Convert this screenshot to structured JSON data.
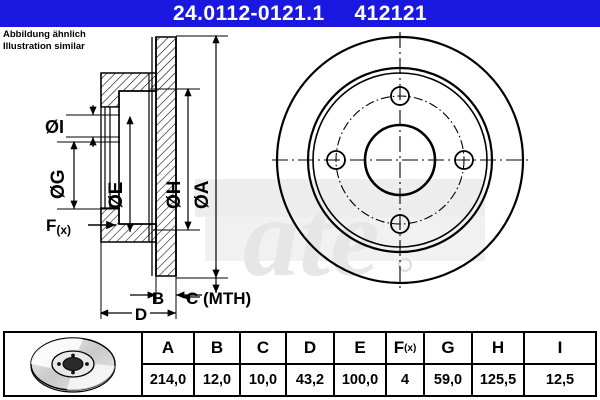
{
  "header": {
    "part_code": "24.0112-0121.1",
    "reference_number": "412121",
    "background_color": "#1a17e0",
    "text_color": "#ffffff"
  },
  "caption": {
    "line_de": "Abbildung ähnlich",
    "line_en": "Illustration similar",
    "text": "Abbildung ähnlich\nIllustration similar"
  },
  "watermark": {
    "text": "ate",
    "color": "#e3e3e3"
  },
  "drawing": {
    "section_view": {
      "name": "brake-disc-cross-section",
      "dimension_labels": [
        {
          "id": "I",
          "label": "ØI",
          "orientation": "horizontal"
        },
        {
          "id": "G",
          "label": "ØG",
          "orientation": "vertical"
        },
        {
          "id": "E",
          "label": "ØE",
          "orientation": "vertical"
        },
        {
          "id": "H",
          "label": "ØH",
          "orientation": "vertical"
        },
        {
          "id": "A",
          "label": "ØA",
          "orientation": "vertical"
        },
        {
          "id": "Fx",
          "label": "F(x)",
          "orientation": "horizontal"
        },
        {
          "id": "B",
          "label": "B",
          "orientation": "horizontal"
        },
        {
          "id": "C",
          "label": "C (MTH)",
          "orientation": "horizontal"
        },
        {
          "id": "D",
          "label": "D",
          "orientation": "horizontal"
        }
      ]
    },
    "front_view": {
      "name": "brake-disc-front-view",
      "bolt_hole_count": 4
    }
  },
  "spec_table": {
    "thumbnail_alt": "brake-disc-photo",
    "columns": [
      {
        "key": "A",
        "header": "A",
        "header_sub": "",
        "value": "214,0",
        "width_class": "w-a"
      },
      {
        "key": "B",
        "header": "B",
        "header_sub": "",
        "value": "12,0",
        "width_class": "w-b"
      },
      {
        "key": "C",
        "header": "C",
        "header_sub": "",
        "value": "10,0",
        "width_class": "w-c"
      },
      {
        "key": "D",
        "header": "D",
        "header_sub": "",
        "value": "43,2",
        "width_class": "w-d"
      },
      {
        "key": "E",
        "header": "E",
        "header_sub": "",
        "value": "100,0",
        "width_class": "w-e"
      },
      {
        "key": "Fx",
        "header": "F",
        "header_sub": "(x)",
        "value": "4",
        "width_class": "w-f"
      },
      {
        "key": "G",
        "header": "G",
        "header_sub": "",
        "value": "59,0",
        "width_class": "w-g"
      },
      {
        "key": "H",
        "header": "H",
        "header_sub": "",
        "value": "125,5",
        "width_class": "w-h"
      },
      {
        "key": "I",
        "header": "I",
        "header_sub": "",
        "value": "12,5",
        "width_class": "w-i"
      }
    ]
  }
}
